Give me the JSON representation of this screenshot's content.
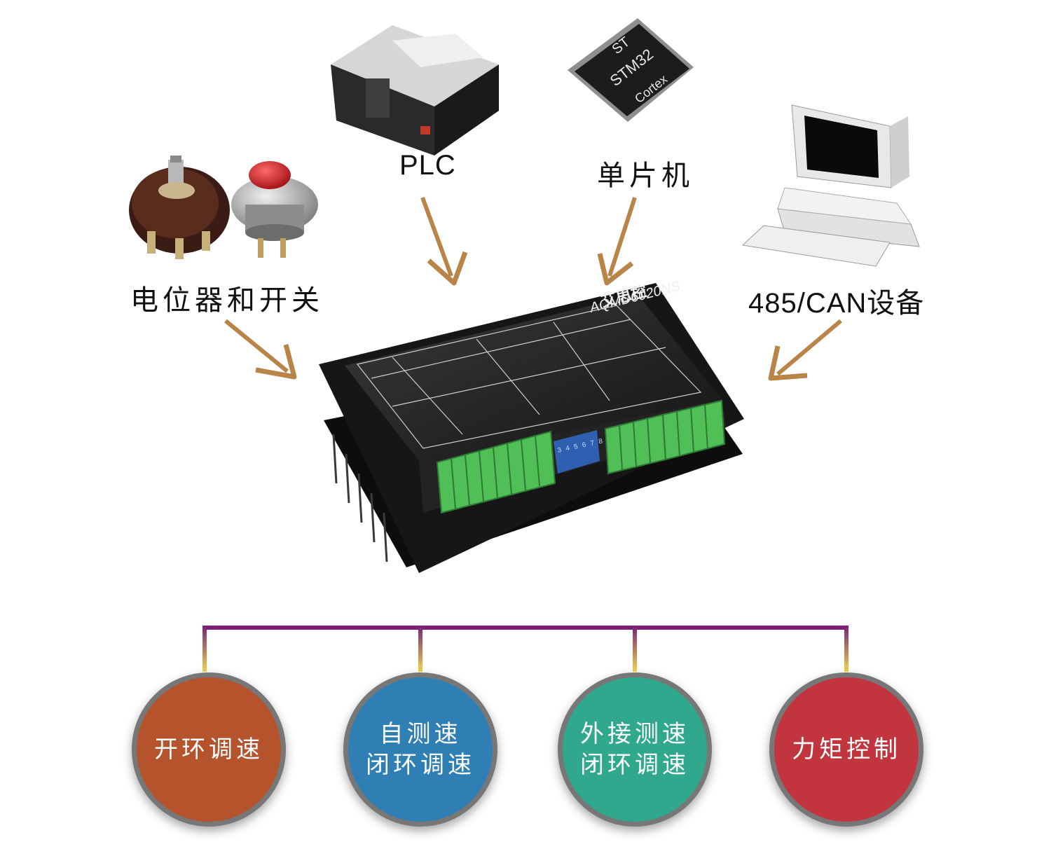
{
  "inputs": {
    "pot_switch": "电位器和开关",
    "plc": "PLC",
    "mcu": "单片机",
    "bus": "485/CAN设备"
  },
  "device": {
    "brand": "艾思控",
    "model": "AQMD6020NS"
  },
  "modes": [
    {
      "line1": "开环调速",
      "line2": "",
      "color": "#b4532c"
    },
    {
      "line1": "自测速",
      "line2": "闭环调速",
      "color": "#2f7fb5"
    },
    {
      "line1": "外接测速",
      "line2": "闭环调速",
      "color": "#2fa88e"
    },
    {
      "line1": "力矩控制",
      "line2": "",
      "color": "#c2353e"
    }
  ],
  "colors": {
    "arrow": "#b88448",
    "connector": "#7a1e78",
    "connector_top": "#1a3a8a",
    "connector_drop": "#f0d64a",
    "terminal": "#4fbf56"
  }
}
